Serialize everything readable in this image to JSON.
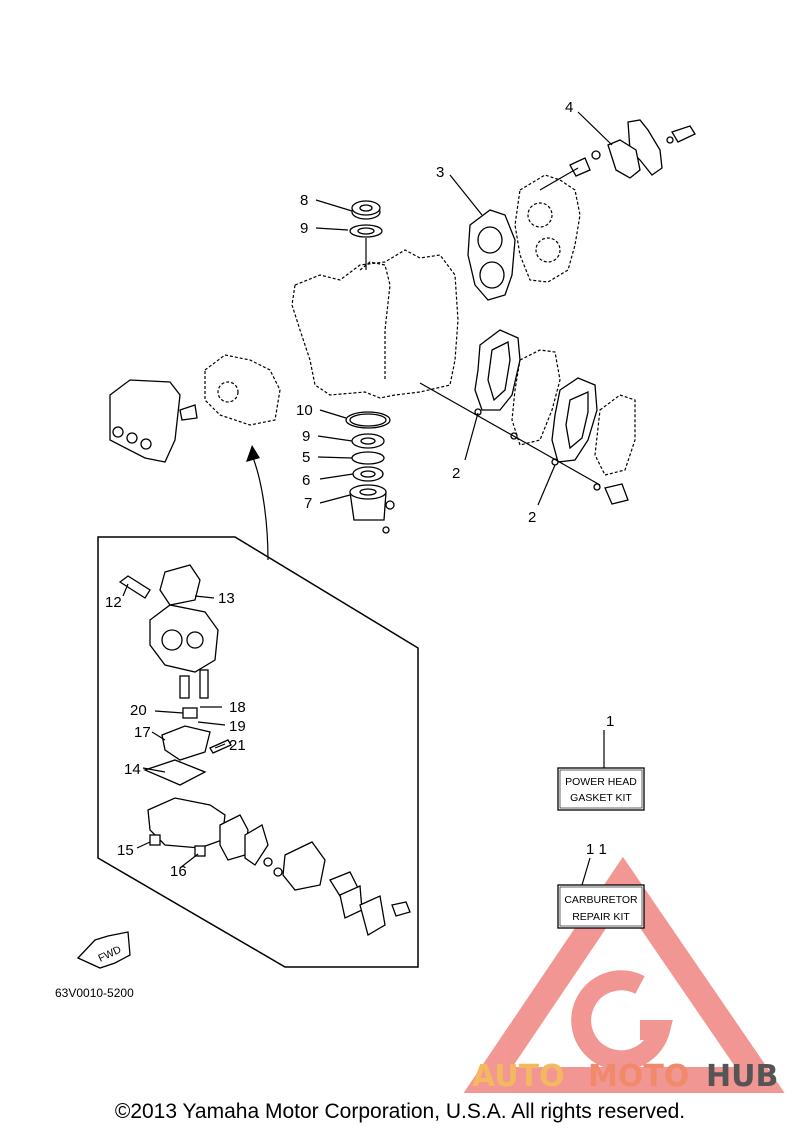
{
  "callouts": {
    "c1": "1",
    "c2a": "2",
    "c2b": "2",
    "c3": "3",
    "c4": "4",
    "c5": "5",
    "c6": "6",
    "c7": "7",
    "c8": "8",
    "c9a": "9",
    "c9b": "9",
    "c10": "10",
    "c11": "1 1",
    "c12": "12",
    "c13": "13",
    "c14": "14",
    "c15": "15",
    "c16": "16",
    "c17": "17",
    "c18": "18",
    "c19": "19",
    "c20": "20",
    "c21": "21"
  },
  "kits": {
    "power_head_line1": "POWER HEAD",
    "power_head_line2": "GASKET KIT",
    "carb_line1": "CARBURETOR",
    "carb_line2": "REPAIR KIT"
  },
  "fwd_label": "FWD",
  "diagram_code": "63V0010-5200",
  "copyright": "©2013 Yamaha Motor Corporation, U.S.A. All rights reserved.",
  "watermark": {
    "part1": "AUTO",
    "part2": "MOTO",
    "part3": "HUB",
    "color_part1": "#f4b860",
    "color_part2": "#f08a6a",
    "color_part3": "#555555",
    "triangle_color": "#e8413c"
  }
}
